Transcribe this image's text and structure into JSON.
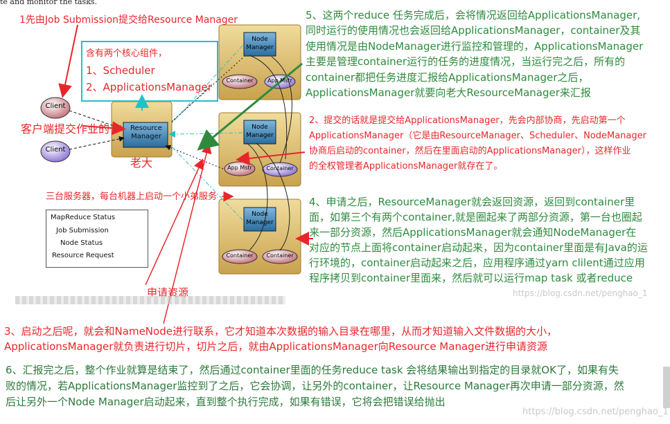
{
  "top_fragment": "te and monitor the tasks.",
  "note1": "1先由Job Submission提交给Resource Manager",
  "core_box": {
    "title": "含有两个核心组件，",
    "item1": "1、Scheduler",
    "item2": "2、ApplicationsManager"
  },
  "client_label": "客户端提交作业的",
  "boss_label": "老大",
  "servers_note": "三台服务器，每台机器上启动一个小弟服务",
  "apply_resource": "申请资源",
  "nodes": {
    "client": "Client",
    "resource_manager": "Resource\nManager",
    "node_manager": "Node\nManager",
    "container": "Container",
    "app_mstr": "App Mstr"
  },
  "legend": {
    "status": "MapReduce Status",
    "job": "Job Submission",
    "node": "Node Status",
    "request": "Resource Request"
  },
  "note5": [
    "5、这两个reduce 任务完成后，会将情况返回给ApplicationsManager,",
    "同时运行的使用情况也会返回给ApplicationsManager，container及其",
    "使用情况是由NodeManager进行监控和管理的，ApplicationsManager",
    "主要是管理container运行的任务的进度情况，当运行完之后，所有的",
    "container都把任务进度汇报给ApplicationsManager之后，",
    "ApplicationsManager就要向老大ResourceManager来汇报"
  ],
  "note2": [
    "2、提交的话就是提交给ApplicationsManager，先会内部协商，先启动第一个",
    "ApplicationsManager（它是由ResourceManager、Scheduler、NodeManager",
    "协商后启动的container，然后在里面启动的ApplicationsManager），这样作业",
    "的全权管理者ApplicationsManager就存在了。"
  ],
  "note4": [
    "4、申请之后，ResourceManager就会返回资源，返回到container里",
    "面，如第三个有两个container,就是圈起来了两部分资源，第一台也圈起",
    "来一部分资源，然后ApplicationsManager就会通知NodeManager在",
    "对应的节点上面将container启动起来，因为container里面是有Java的运",
    "行环境的，container启动起来之后，应用程序通过yarn clilent通过应用",
    "程序拷贝到container里面来，然后就可以运行map task 或者reduce"
  ],
  "note3": [
    "3、启动之后呢，就会和NameNode进行联系，它才知道本次数据的输入目录在哪里，从而才知道输入文件数据的大小，",
    "ApplicationsManager就负责进行切片，切片之后，就由ApplicationsManager向Resource Manager进行申请资源"
  ],
  "note6": [
    "6、汇报完之后，整个作业就算是结束了，然后通过container里面的任务reduce  task 会将结果输出到指定的目录就OK了，如果有失",
    "败的情况，若ApplicationsManager监控到了之后，它会协调，让另外的container，让Resource Manager再次申请一部分资源，然",
    "后让另外一个Node Manager启动起来，直到整个执行完成，如果有错误，它将会把错误给抛出"
  ],
  "watermark1": "https://blog.csdn.net/penghao_1",
  "watermark2": "https://blog.csdn.net/penghao_1",
  "colors": {
    "red": "#e8262a",
    "green": "#2e8b3e",
    "cyan": "#1fc1cf",
    "gold": "#d9b96a",
    "box_blue": "#3a86b8"
  }
}
